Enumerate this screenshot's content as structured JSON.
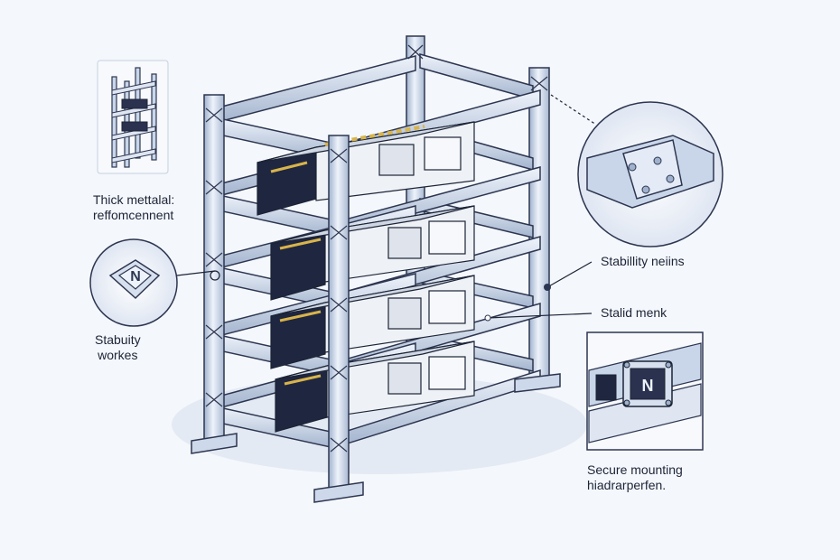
{
  "labels": {
    "thick_metal": [
      "Thick mettalal:",
      "reffomcennent"
    ],
    "stability_left": [
      "Stabuity",
      "workes"
    ],
    "stability_right": "Stabillity neiins",
    "stalid": "Stalid menk",
    "secure": [
      "Secure mounting",
      "hiadrarperfen."
    ]
  },
  "badge_letter": "N",
  "colors": {
    "steel": "#c9d6ea",
    "steel_dark": "#2d3650",
    "unit_dark": "#1f2640",
    "unit_light": "#eef1f6",
    "gold": "#d8b44a",
    "background": "#f4f7fc"
  }
}
